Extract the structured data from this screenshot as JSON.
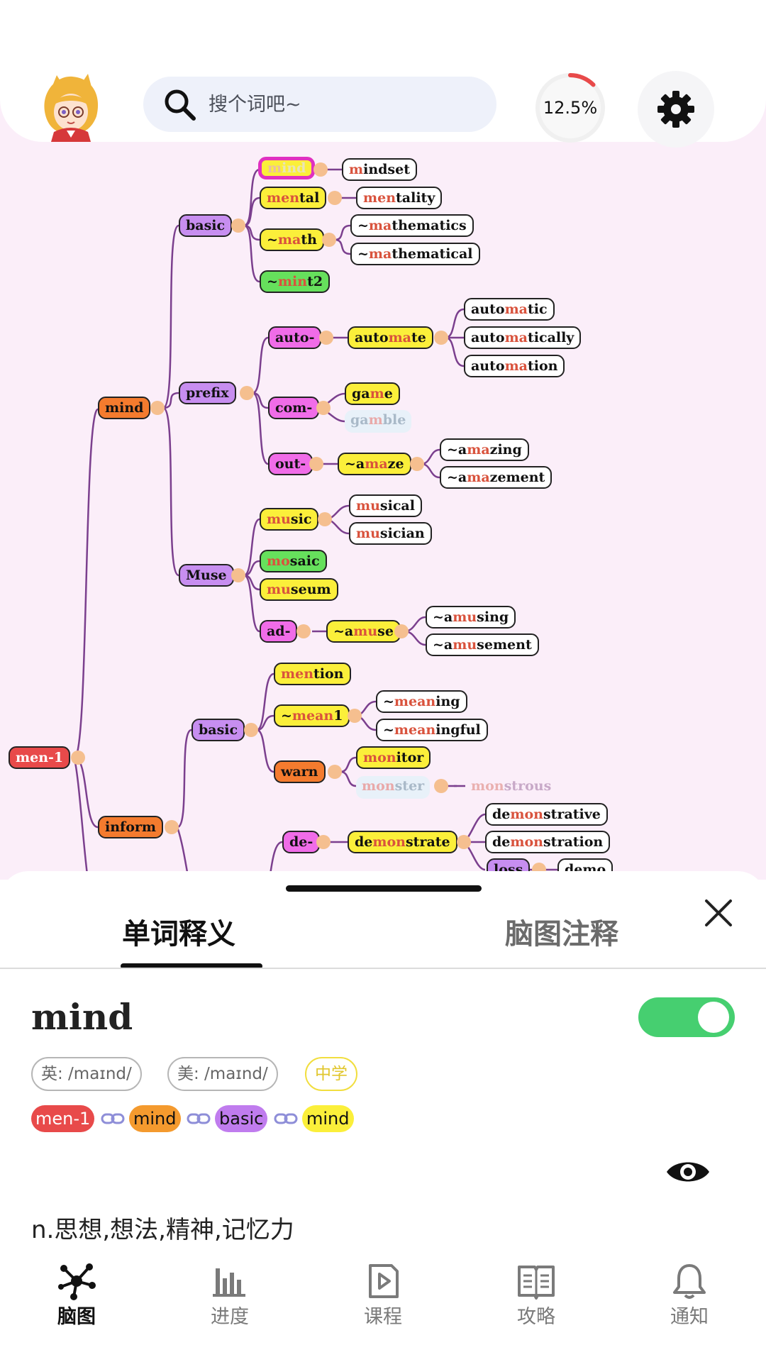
{
  "header": {
    "search_placeholder": "搜个词吧~",
    "progress_text": "12.5%",
    "progress_fraction": 0.125,
    "progress_color": "#e84a4a"
  },
  "mindmap": {
    "nodes": [
      {
        "pre": "",
        "hl": "men",
        "post": "-1"
      },
      {
        "pre": "",
        "hl": "",
        "post": "mind"
      },
      {
        "pre": "",
        "hl": "",
        "post": "inform"
      },
      {
        "pre": "",
        "hl": "",
        "post": "basic"
      },
      {
        "pre": "",
        "hl": "",
        "post": "prefix"
      },
      {
        "pre": "",
        "hl": "",
        "post": "Muse"
      },
      {
        "pre": "",
        "hl": "",
        "post": "basic"
      },
      {
        "pre": "",
        "hl": "m",
        "post": "ind"
      },
      {
        "pre": "",
        "hl": "m",
        "post": "indset"
      },
      {
        "pre": "",
        "hl": "men",
        "post": "tal"
      },
      {
        "pre": "",
        "hl": "men",
        "post": "tality"
      },
      {
        "pre": "~",
        "hl": "ma",
        "post": "th"
      },
      {
        "pre": "~",
        "hl": "ma",
        "post": "thematics"
      },
      {
        "pre": "~",
        "hl": "ma",
        "post": "thematical"
      },
      {
        "pre": "~",
        "hl": "min",
        "post": "t2"
      },
      {
        "pre": "",
        "hl": "",
        "post": "auto-"
      },
      {
        "pre": "auto",
        "hl": "ma",
        "post": "te"
      },
      {
        "pre": "auto",
        "hl": "ma",
        "post": "tic"
      },
      {
        "pre": "auto",
        "hl": "ma",
        "post": "tically"
      },
      {
        "pre": "auto",
        "hl": "ma",
        "post": "tion"
      },
      {
        "pre": "",
        "hl": "",
        "post": "com-"
      },
      {
        "pre": "ga",
        "hl": "m",
        "post": "e"
      },
      {
        "pre": "ga",
        "hl": "m",
        "post": "ble"
      },
      {
        "pre": "",
        "hl": "",
        "post": "out-"
      },
      {
        "pre": "~a",
        "hl": "ma",
        "post": "ze"
      },
      {
        "pre": "~a",
        "hl": "ma",
        "post": "zing"
      },
      {
        "pre": "~a",
        "hl": "ma",
        "post": "zement"
      },
      {
        "pre": "",
        "hl": "mu",
        "post": "sic"
      },
      {
        "pre": "",
        "hl": "mu",
        "post": "sical"
      },
      {
        "pre": "",
        "hl": "mu",
        "post": "sician"
      },
      {
        "pre": "",
        "hl": "mo",
        "post": "saic"
      },
      {
        "pre": "",
        "hl": "mu",
        "post": "seum"
      },
      {
        "pre": "",
        "hl": "",
        "post": "ad-"
      },
      {
        "pre": "~a",
        "hl": "mu",
        "post": "se"
      },
      {
        "pre": "~a",
        "hl": "mu",
        "post": "sing"
      },
      {
        "pre": "~a",
        "hl": "mu",
        "post": "sement"
      },
      {
        "pre": "",
        "hl": "men",
        "post": "tion"
      },
      {
        "pre": "~",
        "hl": "mean",
        "post": "1"
      },
      {
        "pre": "~",
        "hl": "mean",
        "post": "ing"
      },
      {
        "pre": "~",
        "hl": "mean",
        "post": "ingful"
      },
      {
        "pre": "",
        "hl": "",
        "post": "warn"
      },
      {
        "pre": "",
        "hl": "mon",
        "post": "itor"
      },
      {
        "pre": "",
        "hl": "mon",
        "post": "ster"
      },
      {
        "pre": "",
        "hl": "mon",
        "post": "strous"
      },
      {
        "pre": "",
        "hl": "",
        "post": "de-"
      },
      {
        "pre": "de",
        "hl": "mon",
        "post": "strate"
      },
      {
        "pre": "de",
        "hl": "mon",
        "post": "strative"
      },
      {
        "pre": "de",
        "hl": "mon",
        "post": "stration"
      },
      {
        "pre": "",
        "hl": "",
        "post": "loss"
      },
      {
        "pre": "",
        "hl": "",
        "post": "demo"
      }
    ]
  },
  "sheet": {
    "tab_definition": "单词释义",
    "tab_notes": "脑图注释",
    "word": "mind",
    "toggle_on": true,
    "pron_uk": "英: /maɪnd/",
    "pron_us": "美: /maɪnd/",
    "level": "中学",
    "path": [
      "men-1",
      "mind",
      "basic",
      "mind"
    ],
    "definition": "n.思想,想法,精神,记忆力"
  },
  "colors": {
    "root": "#e84a4a",
    "orange": "#f47b2e",
    "purple": "#c78ef0",
    "yellow": "#fbef3a",
    "accent_green": "#46cf70"
  },
  "nav": [
    {
      "label": "脑图",
      "icon": "mindmap-icon",
      "active": true
    },
    {
      "label": "进度",
      "icon": "progress-chart-icon",
      "active": false
    },
    {
      "label": "课程",
      "icon": "course-play-icon",
      "active": false
    },
    {
      "label": "攻略",
      "icon": "guide-book-icon",
      "active": false
    },
    {
      "label": "通知",
      "icon": "bell-icon",
      "active": false
    }
  ]
}
